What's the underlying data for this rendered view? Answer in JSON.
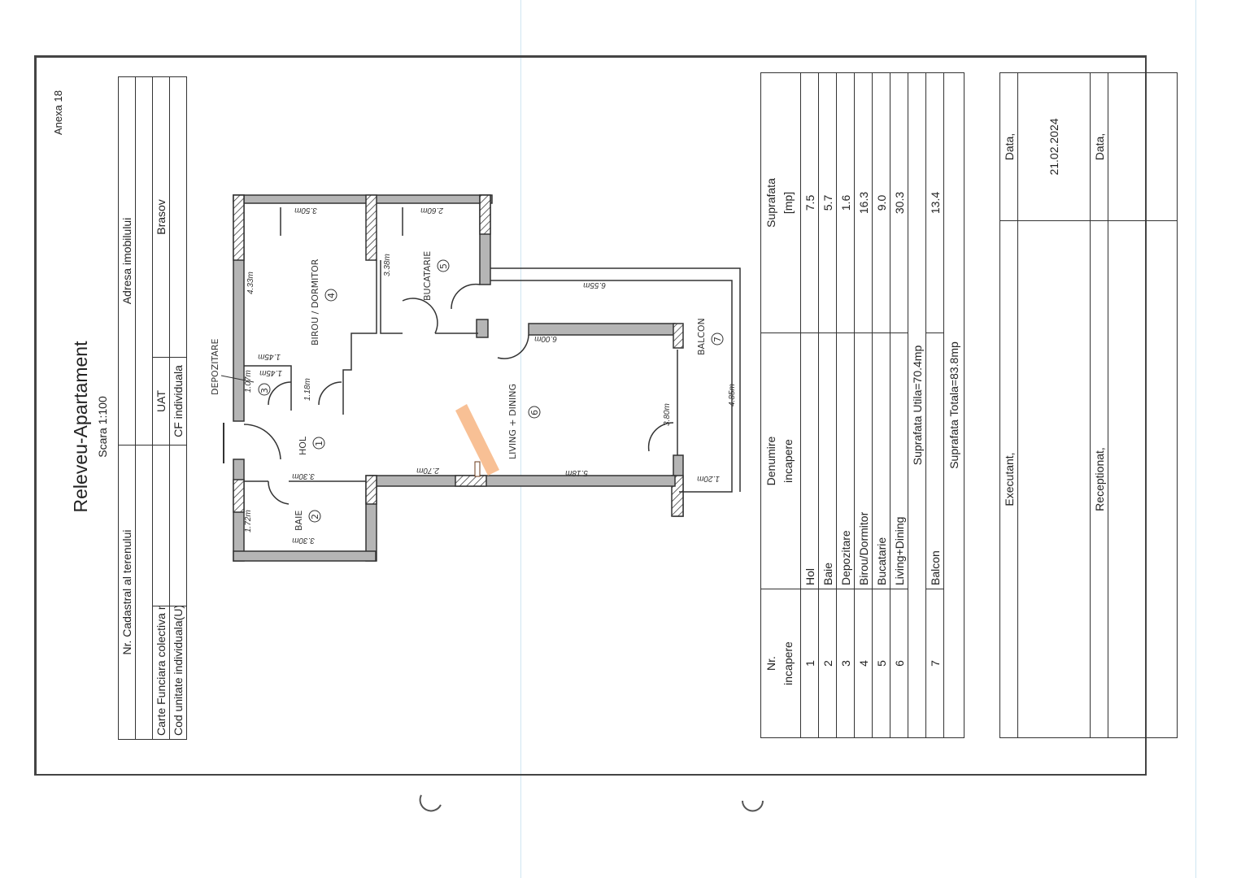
{
  "header": {
    "annex": "Anexa 18",
    "title": "Releveu-Apartament",
    "scale": "Scara 1:100"
  },
  "info_table": {
    "cadastral_label": "Nr. Cadastral al terenului",
    "address_label": "Adresa imobilului",
    "carte_funciara_label": "Carte Funciara colectiva nr.",
    "uat_label": "UAT",
    "uat_value": "Brasov",
    "cod_unitate_label": "Cod unitate individuala(U)",
    "cf_individuala_label": "CF individuala"
  },
  "plan": {
    "rooms": [
      {
        "name": "HOL",
        "num": "1"
      },
      {
        "name": "BAIE",
        "num": "2"
      },
      {
        "name": "DEPOZITARE",
        "num": "3"
      },
      {
        "name": "BIROU / DORMITOR",
        "num": "4"
      },
      {
        "name": "BUCATARIE",
        "num": "5"
      },
      {
        "name": "LIVING + DINING",
        "num": "6"
      },
      {
        "name": "BALCON",
        "num": "7"
      }
    ],
    "dimensions": [
      "3.50m",
      "2.60m",
      "4.33m",
      "3.38m",
      "1.45m",
      "1.45m",
      "1.07m",
      "1.18m",
      "3.30m",
      "1.72m",
      "3.30m",
      "2.70m",
      "5.18m",
      "6.00m",
      "6.55m",
      "3.80m",
      "4.85m",
      "1.20m"
    ]
  },
  "rooms_table": {
    "headers": {
      "nr": "Nr.",
      "nr2": "incapere",
      "name": "Denumire",
      "name2": "incapere",
      "area": "Suprafata",
      "area2": "[mp]"
    },
    "rows": [
      {
        "nr": "1",
        "name": "Hol",
        "area": "7.5"
      },
      {
        "nr": "2",
        "name": "Baie",
        "area": "5.7"
      },
      {
        "nr": "3",
        "name": "Depozitare",
        "area": "1.6"
      },
      {
        "nr": "4",
        "name": "Birou/Dormitor",
        "area": "16.3"
      },
      {
        "nr": "5",
        "name": "Bucatarie",
        "area": "9.0"
      },
      {
        "nr": "6",
        "name": "Living+Dining",
        "area": "30.3"
      }
    ],
    "useful_total": "Suprafata Utila=70.4mp",
    "balcony": {
      "nr": "7",
      "name": "Balcon",
      "area": "13.4"
    },
    "grand_total": "Suprafata Totala=83.8mp"
  },
  "signatures": {
    "executant": "Executant,",
    "executant_date_label": "Data,",
    "executant_date": "21.02.2024",
    "receptionat": "Receptionat,",
    "receptionat_date_label": "Data,"
  },
  "colors": {
    "ink": "#333333",
    "wall_fill": "#b5b5b5",
    "highlight": "#f7b98a"
  }
}
